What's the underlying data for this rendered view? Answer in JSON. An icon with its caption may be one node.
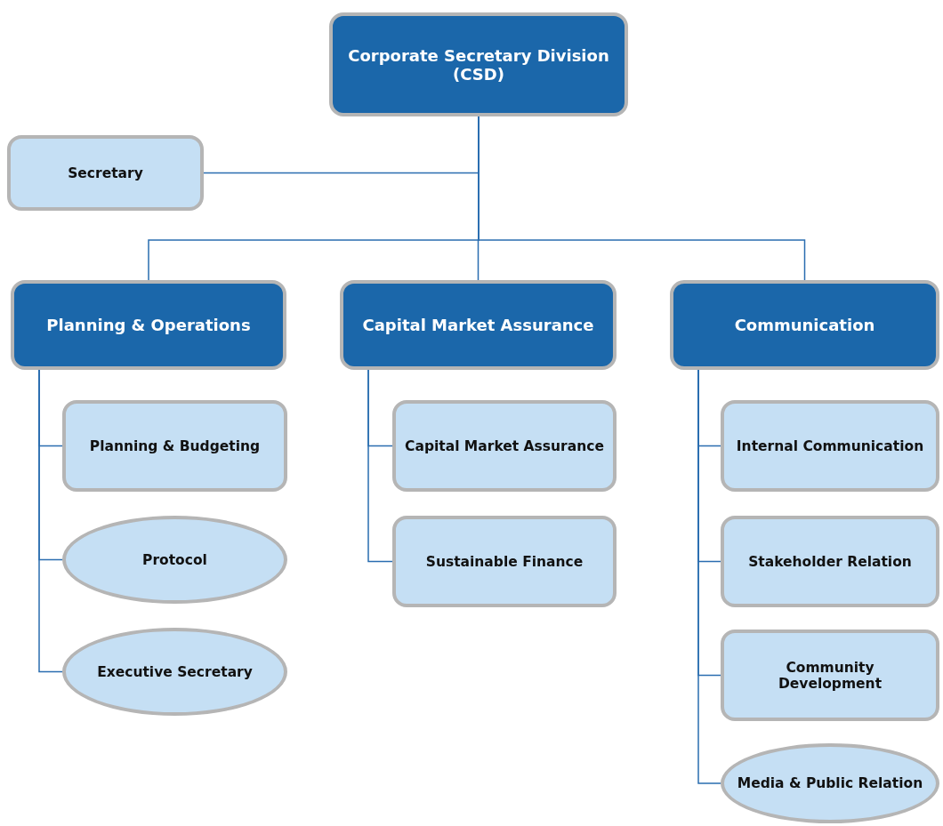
{
  "diagram": {
    "nodes": [
      {
        "text": [
          "Corporate Secretary Division (CSD)"
        ]
      },
      {
        "text": [
          "Secretary"
        ]
      },
      {
        "text": [
          "Planning & Operations"
        ]
      },
      {
        "text": [
          "Capital Market Assurance"
        ]
      },
      {
        "text": [
          "Communication"
        ]
      },
      {
        "text": [
          "Planning & Budgeting"
        ]
      },
      {
        "text": [
          "Protocol"
        ]
      },
      {
        "text": [
          "Executive Secretary"
        ]
      },
      {
        "text": [
          "Capital Market Assurance"
        ]
      },
      {
        "text": [
          "Sustainable Finance"
        ]
      },
      {
        "text": [
          "Internal Communication"
        ]
      },
      {
        "text": [
          "Stakeholder Relation"
        ]
      },
      {
        "text": [
          "Community Development"
        ]
      },
      {
        "text": [
          "Media & Public Relation"
        ]
      }
    ],
    "edges": [
      {
        "from": 0,
        "to": 1,
        "arrow": "none"
      },
      {
        "from": 0,
        "to": 2,
        "arrow": "none"
      },
      {
        "from": 0,
        "to": 3,
        "arrow": "none"
      },
      {
        "from": 0,
        "to": 4,
        "arrow": "none"
      },
      {
        "from": 2,
        "to": 5,
        "arrow": "none"
      },
      {
        "from": 2,
        "to": 6,
        "arrow": "none"
      },
      {
        "from": 2,
        "to": 7,
        "arrow": "none"
      },
      {
        "from": 3,
        "to": 8,
        "arrow": "none"
      },
      {
        "from": 3,
        "to": 9,
        "arrow": "none"
      },
      {
        "from": 4,
        "to": 10,
        "arrow": "none"
      },
      {
        "from": 4,
        "to": 11,
        "arrow": "none"
      },
      {
        "from": 4,
        "to": 12,
        "arrow": "none"
      },
      {
        "from": 4,
        "to": 13,
        "arrow": "none"
      }
    ]
  }
}
